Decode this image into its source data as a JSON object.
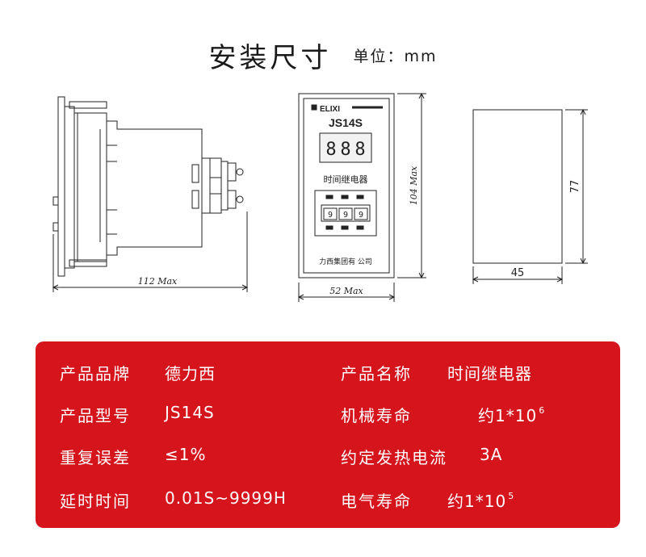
{
  "header": {
    "title": "安装尺寸",
    "unit": "单位：mm"
  },
  "side_view": {
    "width_label": "112 Max"
  },
  "front_view": {
    "brand": "ELIXI",
    "model": "JS14S",
    "display_digits": [
      "8",
      "8",
      "8"
    ],
    "device_label": "时间继电器",
    "dial_digits": [
      "9",
      "9",
      "9"
    ],
    "company_text": "力西集团有  公司",
    "width_label": "52 Max",
    "height_label": "104 Max"
  },
  "cutout_view": {
    "width_label": "45",
    "height_label": "77"
  },
  "specs": {
    "rows": [
      {
        "label": "产品品牌",
        "value": "德力西",
        "label2": "产品名称",
        "value2": "时间继电器"
      },
      {
        "label": "产品型号",
        "value": "JS14S",
        "label2": "机械寿命",
        "value2": "约1*10",
        "value2_sup": "6"
      },
      {
        "label": "重复误差",
        "value": "≤1%",
        "label2": "约定发热电流",
        "value2": "3A"
      },
      {
        "label": "延时时间",
        "value": "0.01S~9999H",
        "label2": "电气寿命",
        "value2": "约1*10",
        "value2_sup": "5"
      }
    ]
  },
  "colors": {
    "panel_bg": "#d5141c",
    "panel_text": "#ffffff",
    "line": "#222222",
    "display_bg": "#f2f2f2"
  }
}
